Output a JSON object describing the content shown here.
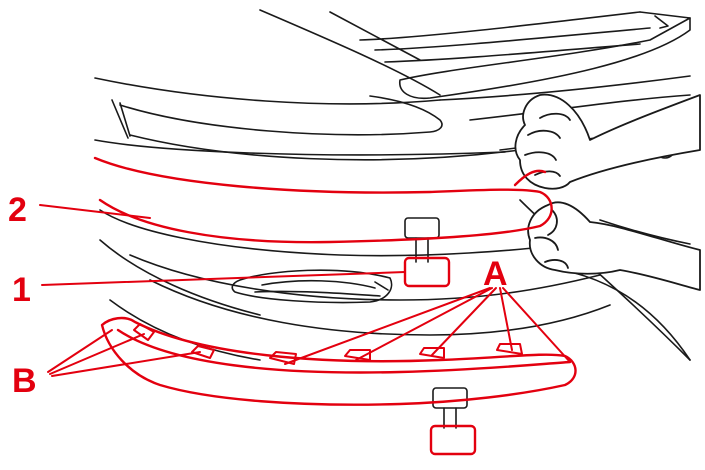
{
  "callouts": {
    "part_1": "1",
    "part_2": "2",
    "clips_a": "A",
    "clips_b": "B"
  },
  "colors": {
    "highlight": "#e3000f",
    "line": "#1a1a1a",
    "background": "#ffffff"
  },
  "icons": {
    "hands": "hand-pulling-trim-icon",
    "fuel_cap": "fuel-filler-icon"
  }
}
